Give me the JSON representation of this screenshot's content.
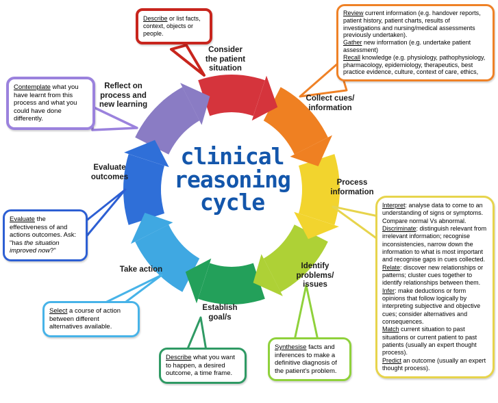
{
  "center": {
    "title": "clinical\nreasoning\ncycle",
    "color": "#1356ab"
  },
  "colors": {
    "red": "#c8251d",
    "orange": "#ef8126",
    "yellow": "#e7d44c",
    "lightgreen": "#8fd13b",
    "darkgreen": "#2f9a64",
    "lightblue": "#47b3e8",
    "blue": "#2d5fd3",
    "purple": "#9b82dd"
  },
  "ring": {
    "start_deg": -20,
    "direction": "clockwise",
    "segments": [
      {
        "stage": "Consider the patient situation",
        "color": "#d5343c"
      },
      {
        "stage": "Collect cues/information",
        "color": "#ef8022"
      },
      {
        "stage": "Process information",
        "color": "#f2d42e"
      },
      {
        "stage": "Identify problems/issues",
        "color": "#aed136"
      },
      {
        "stage": "Establish goal/s",
        "color": "#23a05a"
      },
      {
        "stage": "Take action",
        "color": "#3fa8e2"
      },
      {
        "stage": "Evaluate outcomes",
        "color": "#2f6fd8"
      },
      {
        "stage": "Reflect on process and new learning",
        "color": "#8a7cc4"
      }
    ]
  },
  "labels": {
    "consider": {
      "text": "Consider\nthe patient\nsituation"
    },
    "collect": {
      "text": "Collect cues/\ninformation"
    },
    "process": {
      "text": "Process\ninformation"
    },
    "identify": {
      "text": "Identify\nproblems/\nissues"
    },
    "establish": {
      "text": "Establish\ngoal/s"
    },
    "take": {
      "text": "Take action"
    },
    "evaluate": {
      "text": "Evaluate\noutcomes"
    },
    "reflect": {
      "text": "Reflect on\nprocess and\nnew learning"
    }
  },
  "callouts": {
    "red": {
      "accent": "red",
      "segments": [
        {
          "text": "Describe",
          "underline": true
        },
        {
          "text": " or list facts, context, objects or people."
        }
      ]
    },
    "orange": {
      "accent": "orange",
      "segments": [
        {
          "text": "Review",
          "underline": true
        },
        {
          "text": " current information (e.g. handover reports, patient history, patient charts, results of investigations and nursing/medical assessments previously undertaken).\n"
        },
        {
          "text": "Gather",
          "underline": true
        },
        {
          "text": " new information (e.g. undertake patient assessment)\n"
        },
        {
          "text": "Recall",
          "underline": true
        },
        {
          "text": " knowledge (e.g. physiology, pathophysiology, pharmacology, epidemiology, therapeutics, best practice evidence, culture, context of care, ethics,"
        }
      ]
    },
    "yellow": {
      "accent": "yellow",
      "segments": [
        {
          "text": "Interpret",
          "underline": true
        },
        {
          "text": ": analyse data to come to an understanding of signs or symptoms. Compare normal Vs abnormal.\n"
        },
        {
          "text": "Discriminate",
          "underline": true
        },
        {
          "text": ": distinguish relevant from irrelevant information; recognise inconsistencies, narrow down the information to what is most important and recognise gaps in cues collected.\n"
        },
        {
          "text": "Relate",
          "underline": true
        },
        {
          "text": ": discover new relationships or patterns; cluster cues together to identify relationships between them.\n"
        },
        {
          "text": "Infer",
          "underline": true
        },
        {
          "text": ": make deductions or form opinions that follow logically by interpreting subjective and objective cues; consider alternatives and consequences.\n"
        },
        {
          "text": "Match",
          "underline": true
        },
        {
          "text": " current situation to past situations or current patient to past patients (usually an expert thought process).\n"
        },
        {
          "text": "Predict",
          "underline": true
        },
        {
          "text": " an outcome (usually an expert thought process)."
        }
      ]
    },
    "lightgreen": {
      "accent": "lightgreen",
      "segments": [
        {
          "text": "Synthesise",
          "underline": true
        },
        {
          "text": " facts and inferences to make a definitive diagnosis of the patient's problem."
        }
      ]
    },
    "darkgreen": {
      "accent": "darkgreen",
      "segments": [
        {
          "text": "Describe",
          "underline": true
        },
        {
          "text": " what you want to happen, a desired outcome, a time frame."
        }
      ]
    },
    "lightblue": {
      "accent": "lightblue",
      "segments": [
        {
          "text": "Select",
          "underline": true
        },
        {
          "text": " a course of action between different alternatives available."
        }
      ]
    },
    "blue": {
      "accent": "blue",
      "segments": [
        {
          "text": "Evaluate",
          "underline": true
        },
        {
          "text": " the effectiveness of and actions outcomes. Ask: \"has "
        },
        {
          "text": "the situation improved now",
          "italic": true
        },
        {
          "text": "?\""
        }
      ]
    },
    "purple": {
      "accent": "purple",
      "segments": [
        {
          "text": "Contemplate",
          "underline": true
        },
        {
          "text": " what you have learnt from this process and what you could have done differently."
        }
      ]
    }
  }
}
